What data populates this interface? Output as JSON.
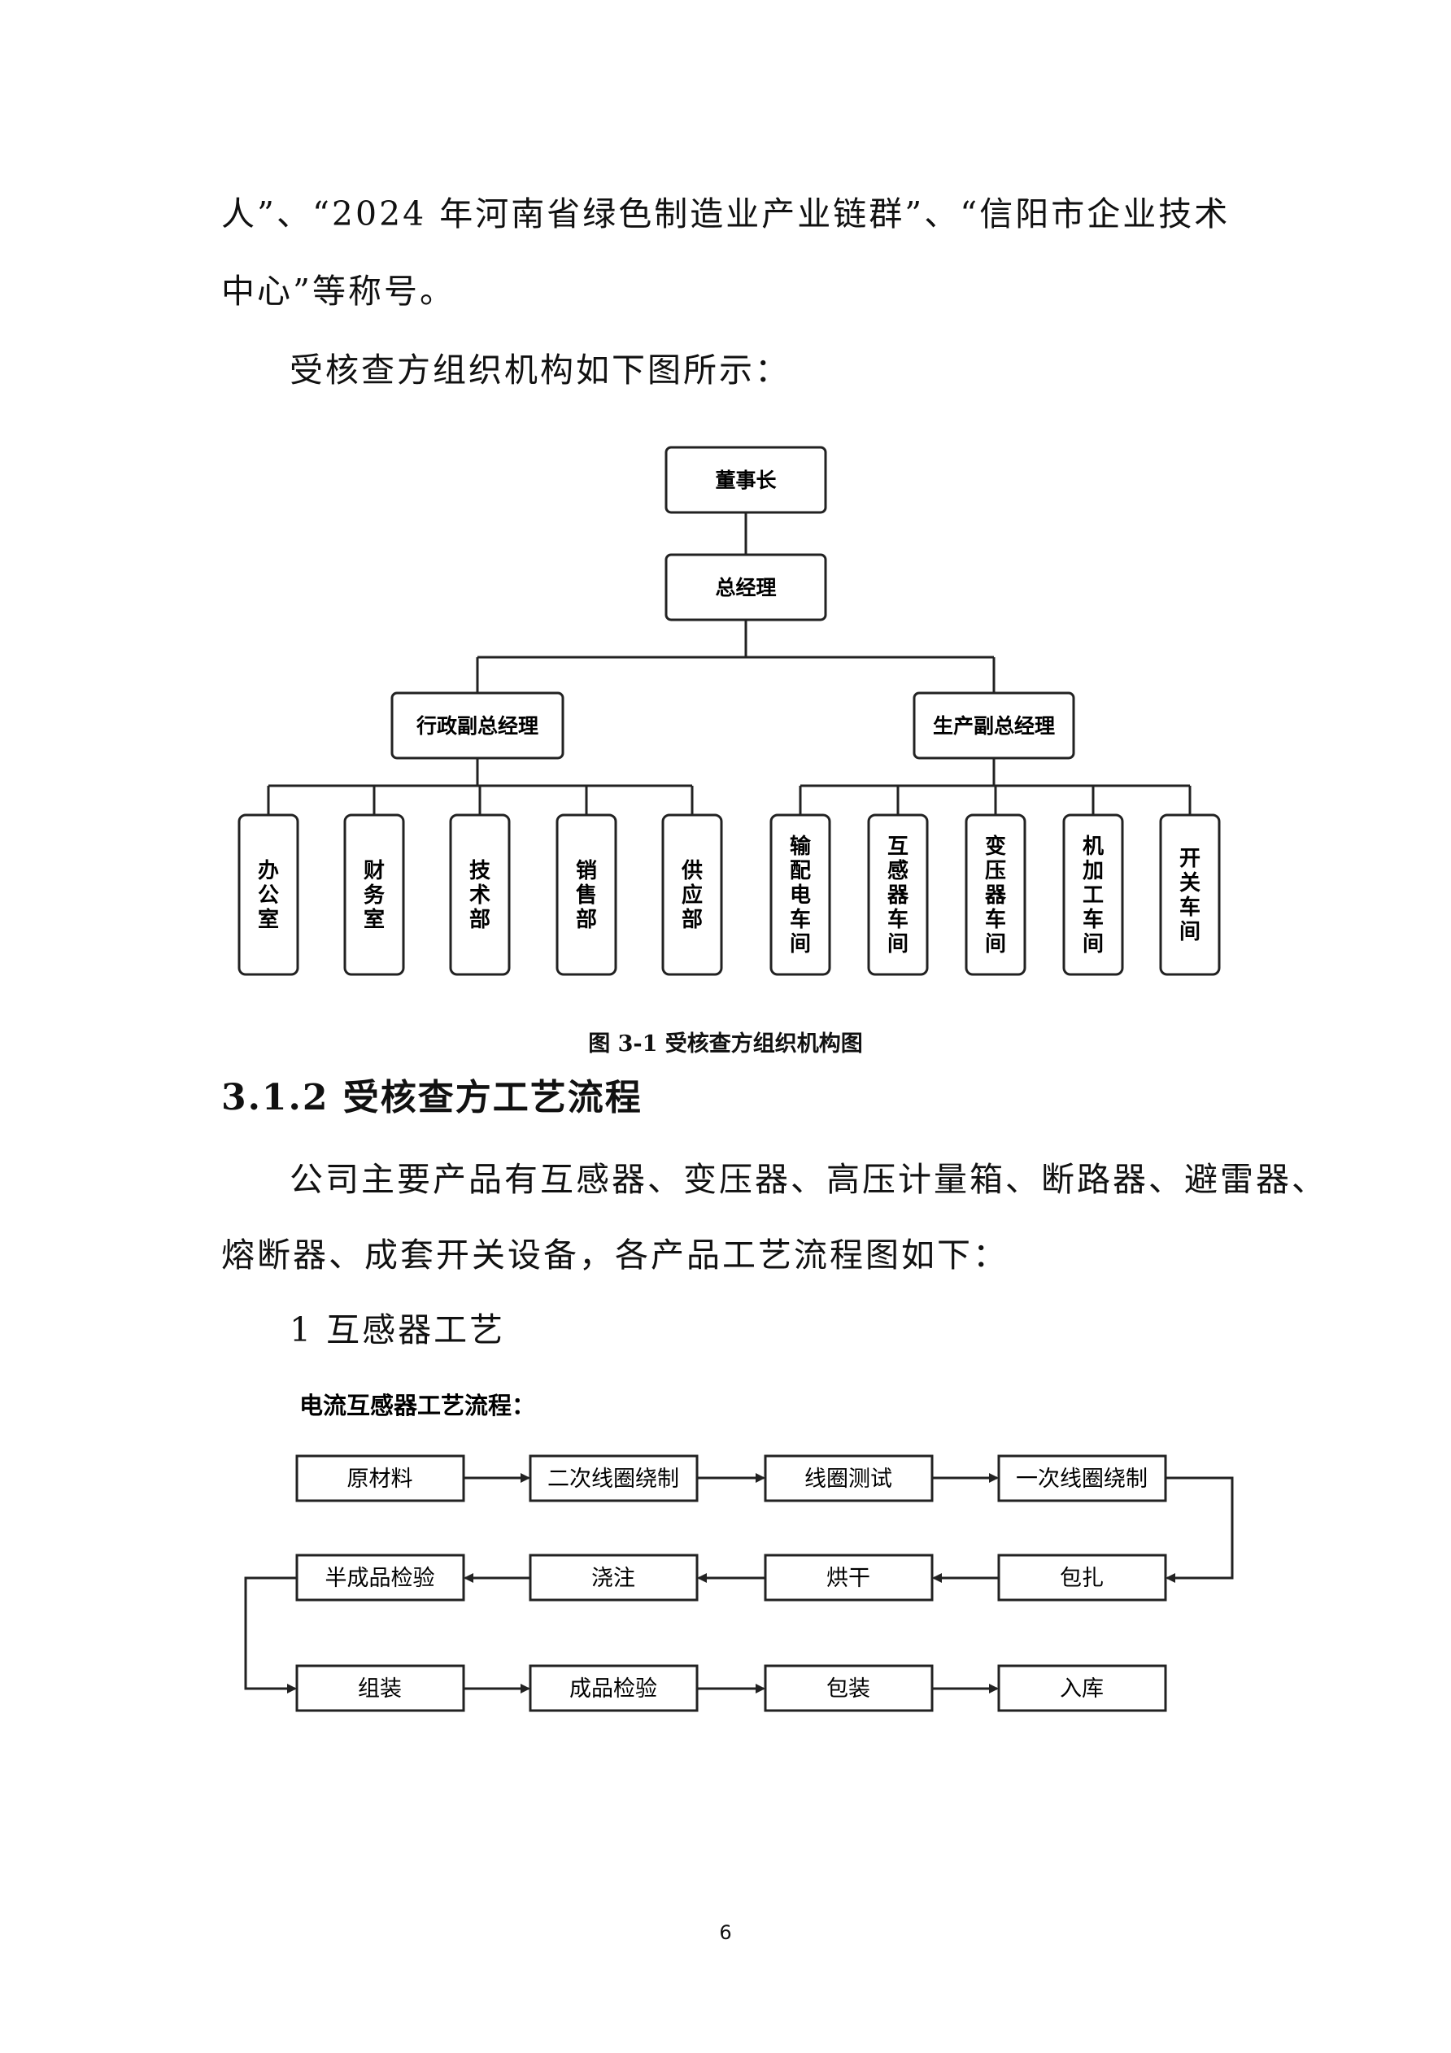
{
  "paragraphs": {
    "p1_line1": "人”、“2024 年河南省绿色制造业产业链群”、“信阳市企业技术",
    "p1_line2": "中心”等称号。",
    "p2": "受核查方组织机构如下图所示：",
    "p3_line1": "公司主要产品有互感器、变压器、高压计量箱、断路器、避雷器、",
    "p3_line2": "熔断器、成套开关设备，各产品工艺流程图如下：",
    "item1": "1  互感器工艺"
  },
  "org_chart": {
    "top": "董事长",
    "gm": "总经理",
    "vp_admin": "行政副总经理",
    "vp_prod": "生产副总经理",
    "admin_depts": [
      "办公室",
      "财务室",
      "技术部",
      "销售部",
      "供应部"
    ],
    "prod_depts": [
      "输配电车间",
      "互感器车间",
      "变压器车间",
      "机加工车间",
      "开关车间"
    ]
  },
  "figure_caption": "图 3-1  受核查方组织机构图",
  "section_heading": "3.1.2 受核查方工艺流程",
  "flow": {
    "title": "电流互感器工艺流程：",
    "row1": [
      "原材料",
      "二次线圈绕制",
      "线圈测试",
      "一次线圈绕制"
    ],
    "row2": [
      "半成品检验",
      "浇注",
      "烘干",
      "包扎"
    ],
    "row3": [
      "组装",
      "成品检验",
      "包装",
      "入库"
    ]
  },
  "page_number": "6"
}
